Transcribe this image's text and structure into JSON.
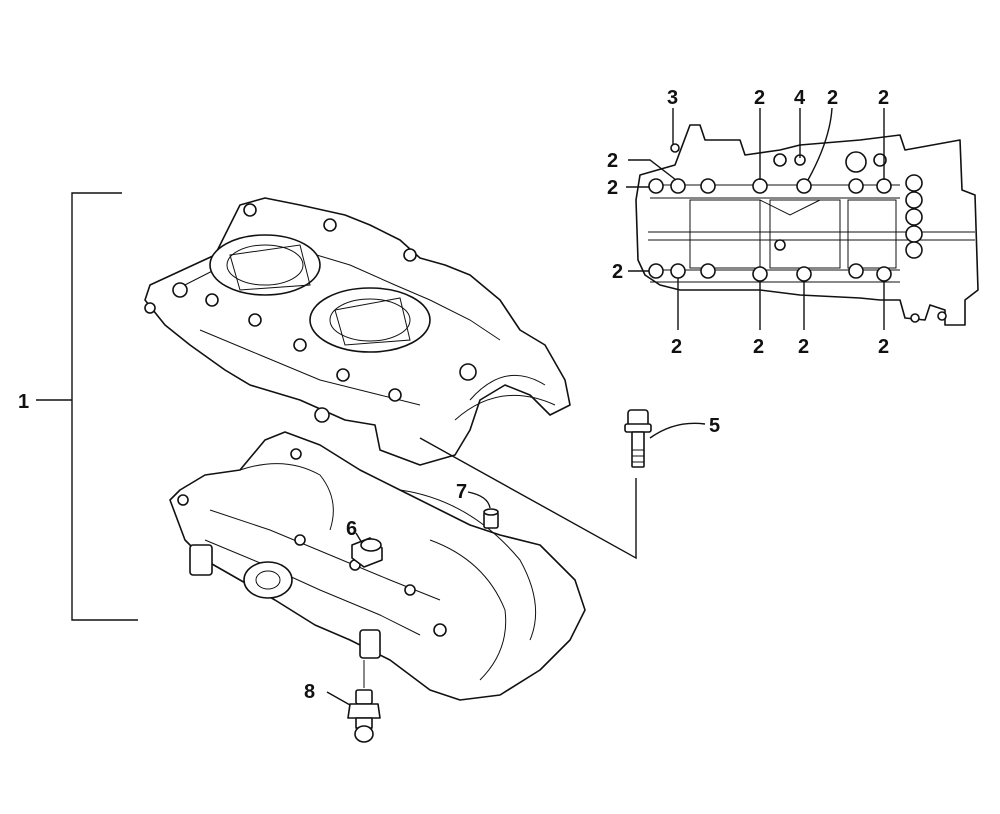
{
  "callouts": {
    "c1": "1",
    "c2": "2",
    "c3": "3",
    "c4": "4",
    "c5": "5",
    "c6": "6",
    "c7": "7",
    "c8": "8"
  },
  "colors": {
    "line": "#111111",
    "background": "#ffffff"
  }
}
